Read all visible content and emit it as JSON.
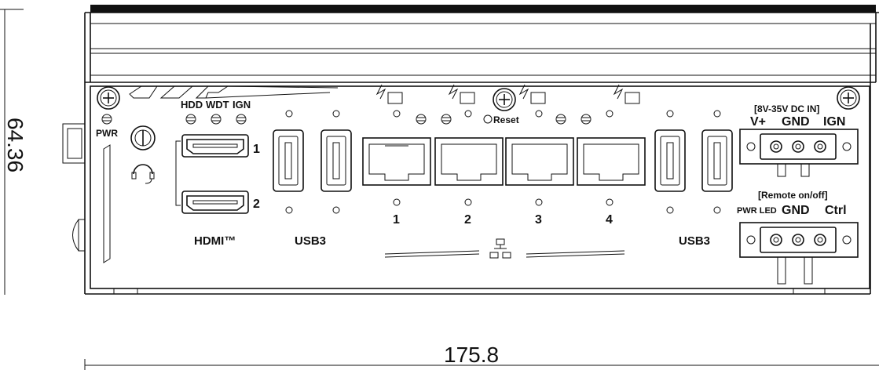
{
  "dimensions": {
    "height": "64.36",
    "width": "175.8"
  },
  "labels": {
    "pwr": "PWR",
    "hdd": "HDD",
    "wdt": "WDT",
    "ign": "IGN",
    "hdmi_1": "1",
    "hdmi_2": "2",
    "hdmi": "HDMI™",
    "usb3_left": "USB3",
    "usb3_right": "USB3",
    "reset": "Reset",
    "lan_1": "1",
    "lan_2": "2",
    "lan_3": "3",
    "lan_4": "4",
    "dc_in": "[8V-35V DC IN]",
    "v_plus": "V+",
    "gnd_top": "GND",
    "ign_top": "IGN",
    "remote": "[Remote on/off]",
    "pwr_led": "PWR LED",
    "gnd_bottom": "GND",
    "ctrl": "Ctrl"
  },
  "colors": {
    "line": "#111111",
    "top_bar": "#111111",
    "background": "#ffffff"
  }
}
